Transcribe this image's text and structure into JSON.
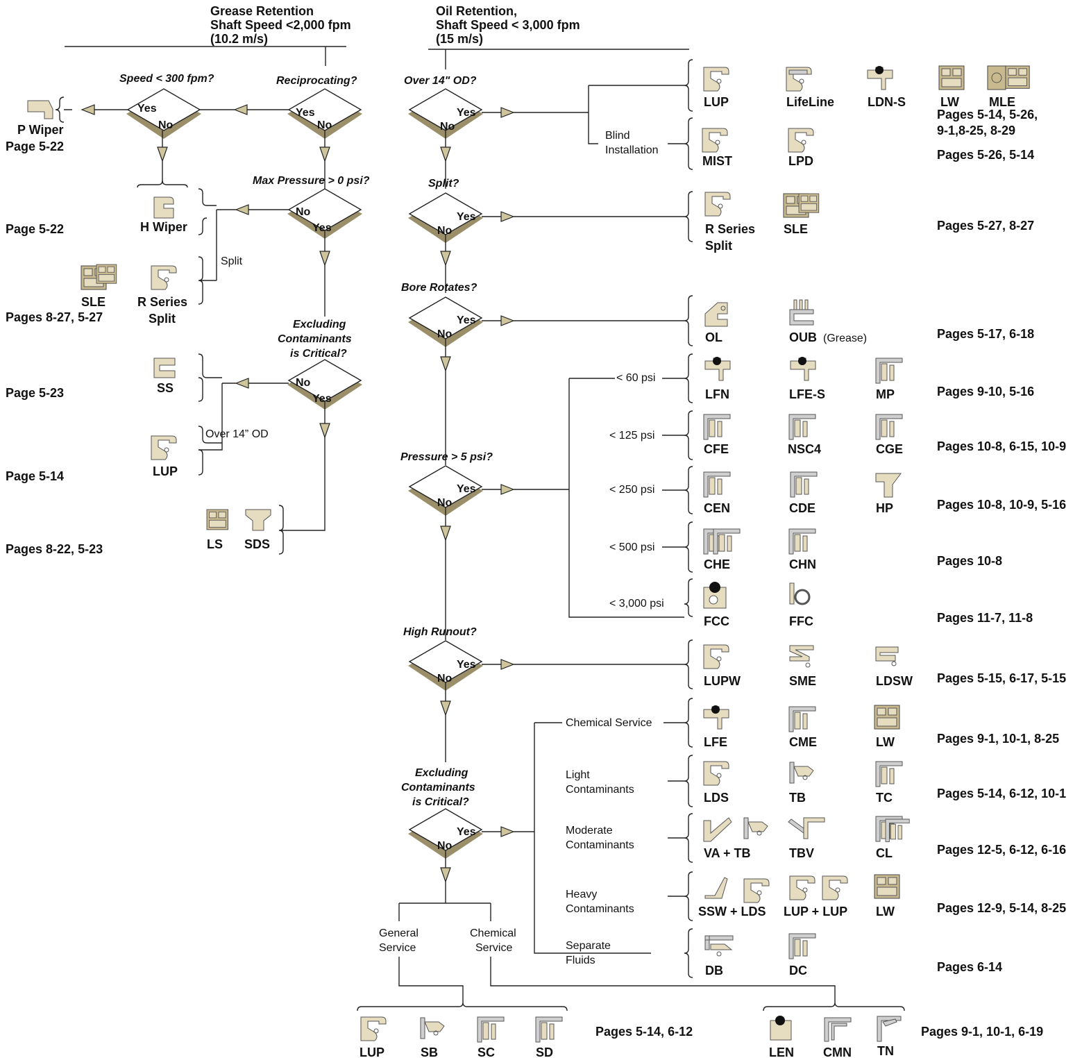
{
  "headers": {
    "grease": [
      "Grease Retention",
      "Shaft Speed <2,000 fpm",
      "(10.2 m/s)"
    ],
    "oil": [
      "Oil Retention,",
      "Shaft Speed < 3,000 fpm",
      "(15 m/s)"
    ]
  },
  "questions": {
    "speed300": "Speed < 300 fpm?",
    "reciprocating": "Reciprocating?",
    "maxpressure": "Max Pressure > 0 psi?",
    "excl_grease": [
      "Excluding",
      "Contaminants",
      "is Critical?"
    ],
    "over14": "Over 14\" OD?",
    "split": "Split?",
    "bore": "Bore Rotates?",
    "pressure5": "Pressure > 5 psi?",
    "runout": "High Runout?",
    "excl_oil": [
      "Excluding",
      "Contaminants",
      "is Critical?"
    ]
  },
  "answers": {
    "yes": "Yes",
    "no": "No"
  },
  "labels": {
    "blind": [
      "Blind",
      "Installation"
    ],
    "split": "Split",
    "over14od": "Over 14” OD",
    "p60": "< 60 psi",
    "p125": "< 125 psi",
    "p250": "< 250 psi",
    "p500": "< 500 psi",
    "p3000": "< 3,000 psi",
    "chem_service": "Chemical Service",
    "light": [
      "Light",
      "Contaminants"
    ],
    "moderate": [
      "Moderate",
      "Contaminants"
    ],
    "heavy": [
      "Heavy",
      "Contaminants"
    ],
    "separate": [
      "Separate",
      "Fluids"
    ],
    "general_service": [
      "General",
      "Service"
    ],
    "chemical_service2": [
      "Chemical",
      "Service"
    ],
    "grease_note": "(Grease)"
  },
  "seals": {
    "pwiper": "P Wiper",
    "hwiper": "H Wiper",
    "sle_left": "SLE",
    "rseries_left": [
      "R Series",
      "Split"
    ],
    "ss": "SS",
    "lup_left": "LUP",
    "ls": "LS",
    "sds": "SDS",
    "lup": "LUP",
    "lifeline": "LifeLine",
    "ldns": "LDN-S",
    "lw": "LW",
    "mle": "MLE",
    "mist": "MIST",
    "lpd": "LPD",
    "rseries": [
      "R Series",
      "Split"
    ],
    "sle": "SLE",
    "ol": "OL",
    "oub": "OUB",
    "lfn": "LFN",
    "lfes": "LFE-S",
    "mp": "MP",
    "cfe": "CFE",
    "nsc4": "NSC4",
    "cge": "CGE",
    "cen": "CEN",
    "cde": "CDE",
    "hp": "HP",
    "che": "CHE",
    "chn": "CHN",
    "fcc": "FCC",
    "ffc": "FFC",
    "lupw": "LUPW",
    "sme": "SME",
    "ldsw": "LDSW",
    "lfe": "LFE",
    "cme": "CME",
    "lw2": "LW",
    "lds": "LDS",
    "tb": "TB",
    "tc": "TC",
    "vatb": "VA + TB",
    "tbv": "TBV",
    "cl": "CL",
    "sswlds": "SSW + LDS",
    "luplup": "LUP + LUP",
    "lw3": "LW",
    "db": "DB",
    "dc": "DC",
    "lup_b": "LUP",
    "sb": "SB",
    "sc": "SC",
    "sd": "SD",
    "len": "LEN",
    "cmn": "CMN",
    "tn": "TN"
  },
  "pages": {
    "pwiper": "Page 5-22",
    "hwiper": "Page 5-22",
    "sle_left": "Pages 8-27, 5-27",
    "ss": "Page 5-23",
    "lup_left": "Page 5-14",
    "ls_sds": "Pages 8-22, 5-23",
    "over14_a": "Pages 5-14, 5-26,",
    "over14_b": "9-1,8-25, 8-29",
    "blind": "Pages 5-26, 5-14",
    "split": "Pages 5-27, 8-27",
    "bore": "Pages 5-17, 6-18",
    "p60": "Pages 9-10, 5-16",
    "p125": "Pages 10-8, 6-15, 10-9",
    "p250": "Pages 10-8, 10-9, 5-16",
    "p500": "Pages 10-8",
    "p3000": "Pages 11-7, 11-8",
    "runout": "Pages 5-15, 6-17, 5-15",
    "chem": "Pages 9-1, 10-1, 8-25",
    "light": "Pages 5-14, 6-12, 10-1",
    "moderate": "Pages 12-5, 6-12, 6-16",
    "heavy": "Pages 12-9, 5-14, 8-25",
    "separate": "Pages 6-14",
    "general": "Pages 5-14, 6-12",
    "chemical": "Pages 9-1, 10-1, 6-19"
  },
  "colors": {
    "seal_fill": "#e6dcc0",
    "metal_fill": "#cfcfcf",
    "arrow_fill": "#cfc59d",
    "shadow": "#9b8f6a"
  }
}
